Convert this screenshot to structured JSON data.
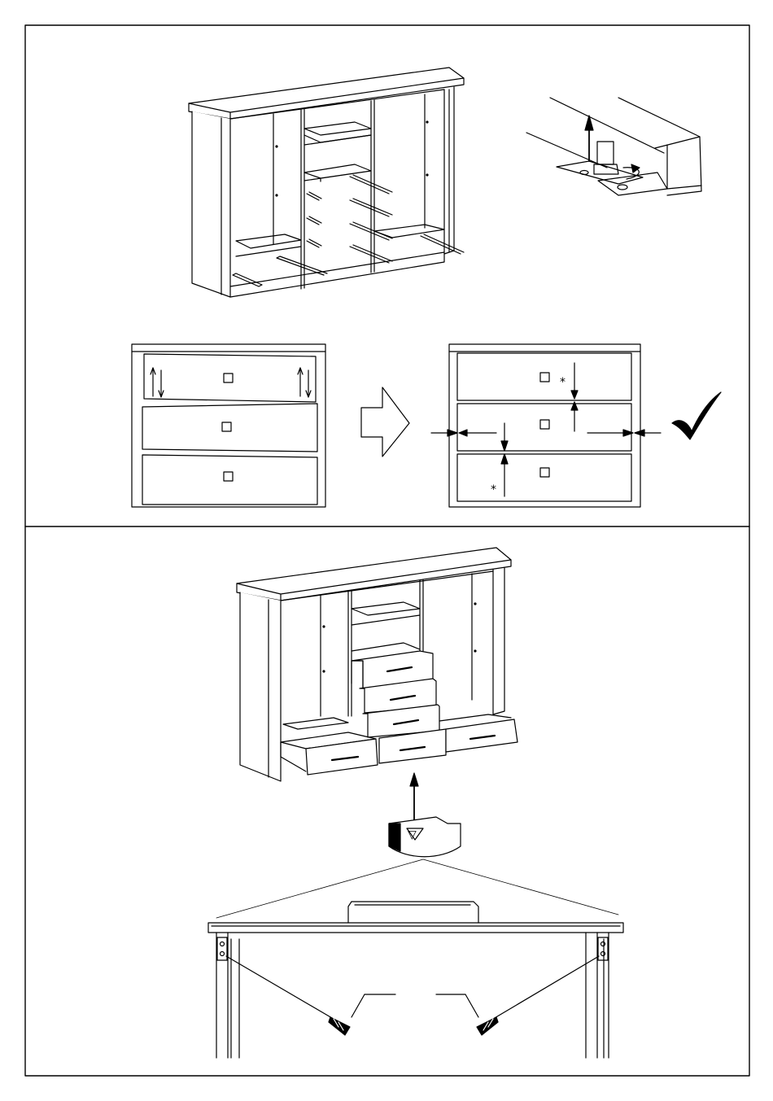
{
  "page": {
    "title": "",
    "panels": [
      {
        "id": "step-drawer-adjustment",
        "kind": "instruction-panel"
      },
      {
        "id": "step-drawer-fitting",
        "kind": "instruction-panel"
      }
    ]
  },
  "labels": {
    "gap_mark_top": "*",
    "gap_mark_bottom": "*",
    "marker_symbol": "▽"
  },
  "icons": {
    "arrow": "right-arrow-icon",
    "check": "checkmark-icon",
    "adjust": "adjustment-screw-icon"
  },
  "colors": {
    "line": "#000000",
    "background": "#ffffff"
  }
}
